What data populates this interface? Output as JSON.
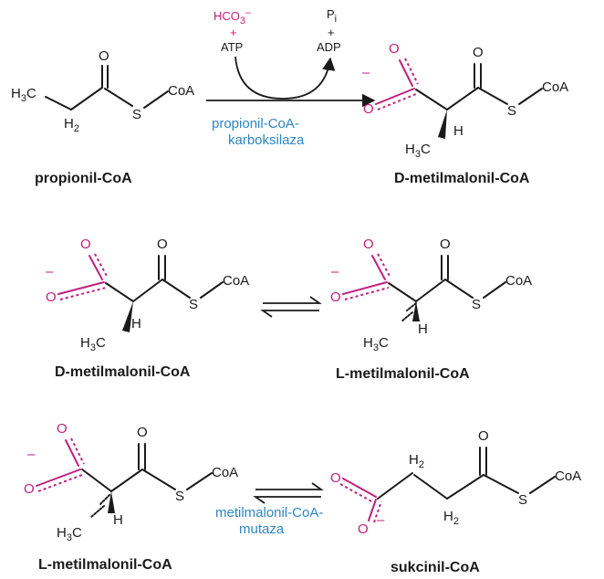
{
  "colors": {
    "ink": "#1a1a1a",
    "magenta": "#c0207f",
    "enzyme_blue": "#2e86c1"
  },
  "atoms": {
    "o": "O",
    "s": "S",
    "coa": "CoA",
    "h": "H",
    "c": "C",
    "h3c_h": "H",
    "h3c_3": "3",
    "h2_h": "H",
    "h2_2": "2",
    "minus": "–",
    "c_left": "C"
  },
  "reaction1": {
    "substrate_label": "propionil-CoA",
    "product_label": "D-metilmalonil-CoA",
    "enzyme_line1": "propionil-CoA-",
    "enzyme_line2": "karboksilaza",
    "input_hco3": "HCO",
    "input_hco3_sub": "3",
    "input_hco3_sup": "–",
    "input_plus": "+",
    "input_atp": "ATP",
    "output_p": "P",
    "output_p_sub": "i",
    "output_plus": "+",
    "output_adp": "ADP"
  },
  "reaction2": {
    "left_label": "D-metilmalonil-CoA",
    "right_label": "L-metilmalonil-CoA"
  },
  "reaction3": {
    "left_label": "L-metilmalonil-CoA",
    "right_label": "sukcinil-CoA",
    "enzyme_line1": "metilmalonil-CoA-",
    "enzyme_line2": "mutaza"
  }
}
